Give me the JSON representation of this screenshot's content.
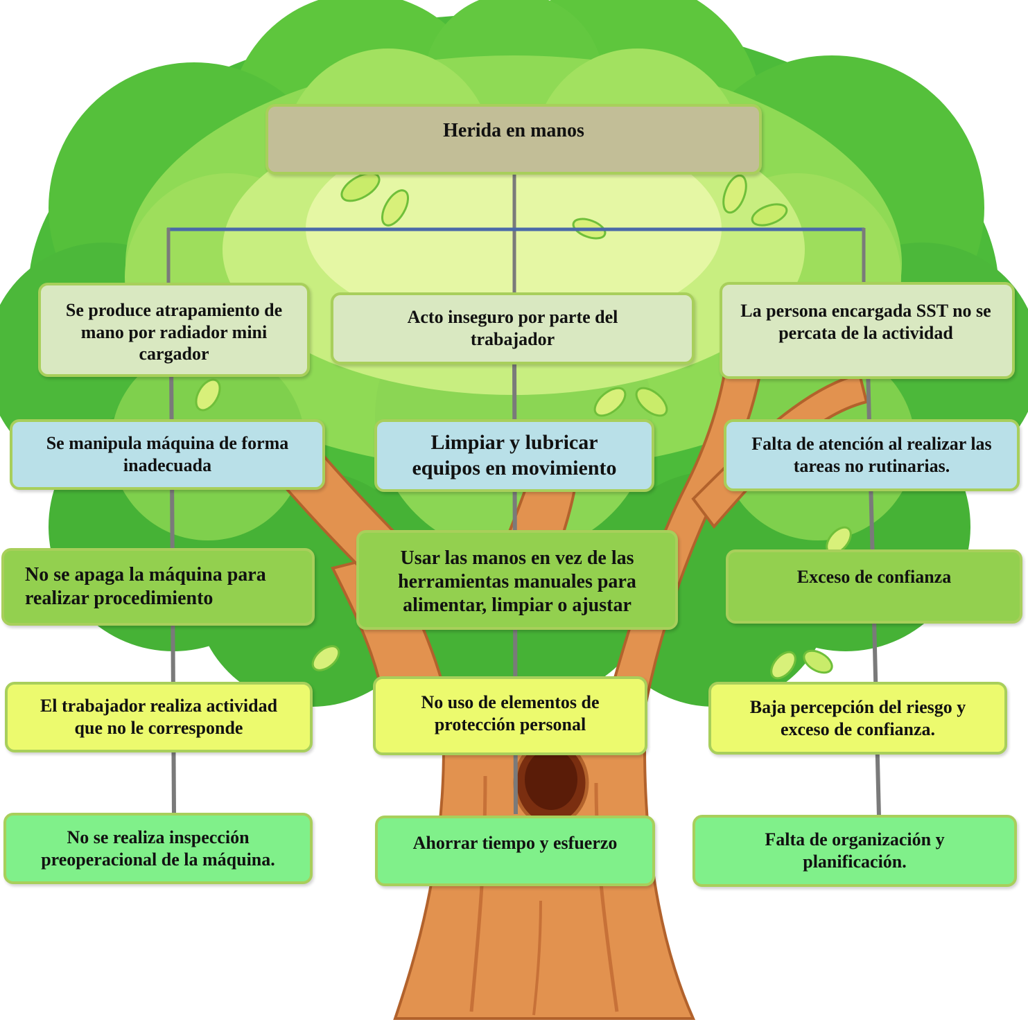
{
  "colors": {
    "root_fill": "#c2be97",
    "level1_fill": "#d9e8c1",
    "level2_fill": "#b9e0e8",
    "level3_fill": "#93d04f",
    "level4_fill": "#ecfa6e",
    "level5_fill": "#80f08a",
    "box_border": "#a8cf5b",
    "connector_gray": "#7a7a7a",
    "connector_blue": "#4a6aa8"
  },
  "diagram": {
    "root": "Herida en manos",
    "columns": [
      {
        "level1": "Se produce atrapamiento de mano por radiador mini cargador",
        "level2": "Se manipula máquina de forma inadecuada",
        "level3": "No se apaga la máquina para realizar procedimiento",
        "level4": "El trabajador realiza actividad que no le corresponde",
        "level5": "No se realiza inspección preoperacional de la máquina."
      },
      {
        "level1": "Acto inseguro por parte del trabajador",
        "level2": "Limpiar y lubricar equipos en movimiento",
        "level3": "Usar las manos en vez de las herramientas manuales para alimentar, limpiar o ajustar",
        "level4": "No uso de elementos de protección personal",
        "level5": "Ahorrar tiempo y esfuerzo"
      },
      {
        "level1": "La persona encargada SST no se percata de la actividad",
        "level2": "Falta de atención al realizar las tareas no rutinarias.",
        "level3": "Exceso de confianza",
        "level4": "Baja percepción del riesgo y exceso de confianza.",
        "level5": "Falta de organización y planificación."
      }
    ]
  }
}
